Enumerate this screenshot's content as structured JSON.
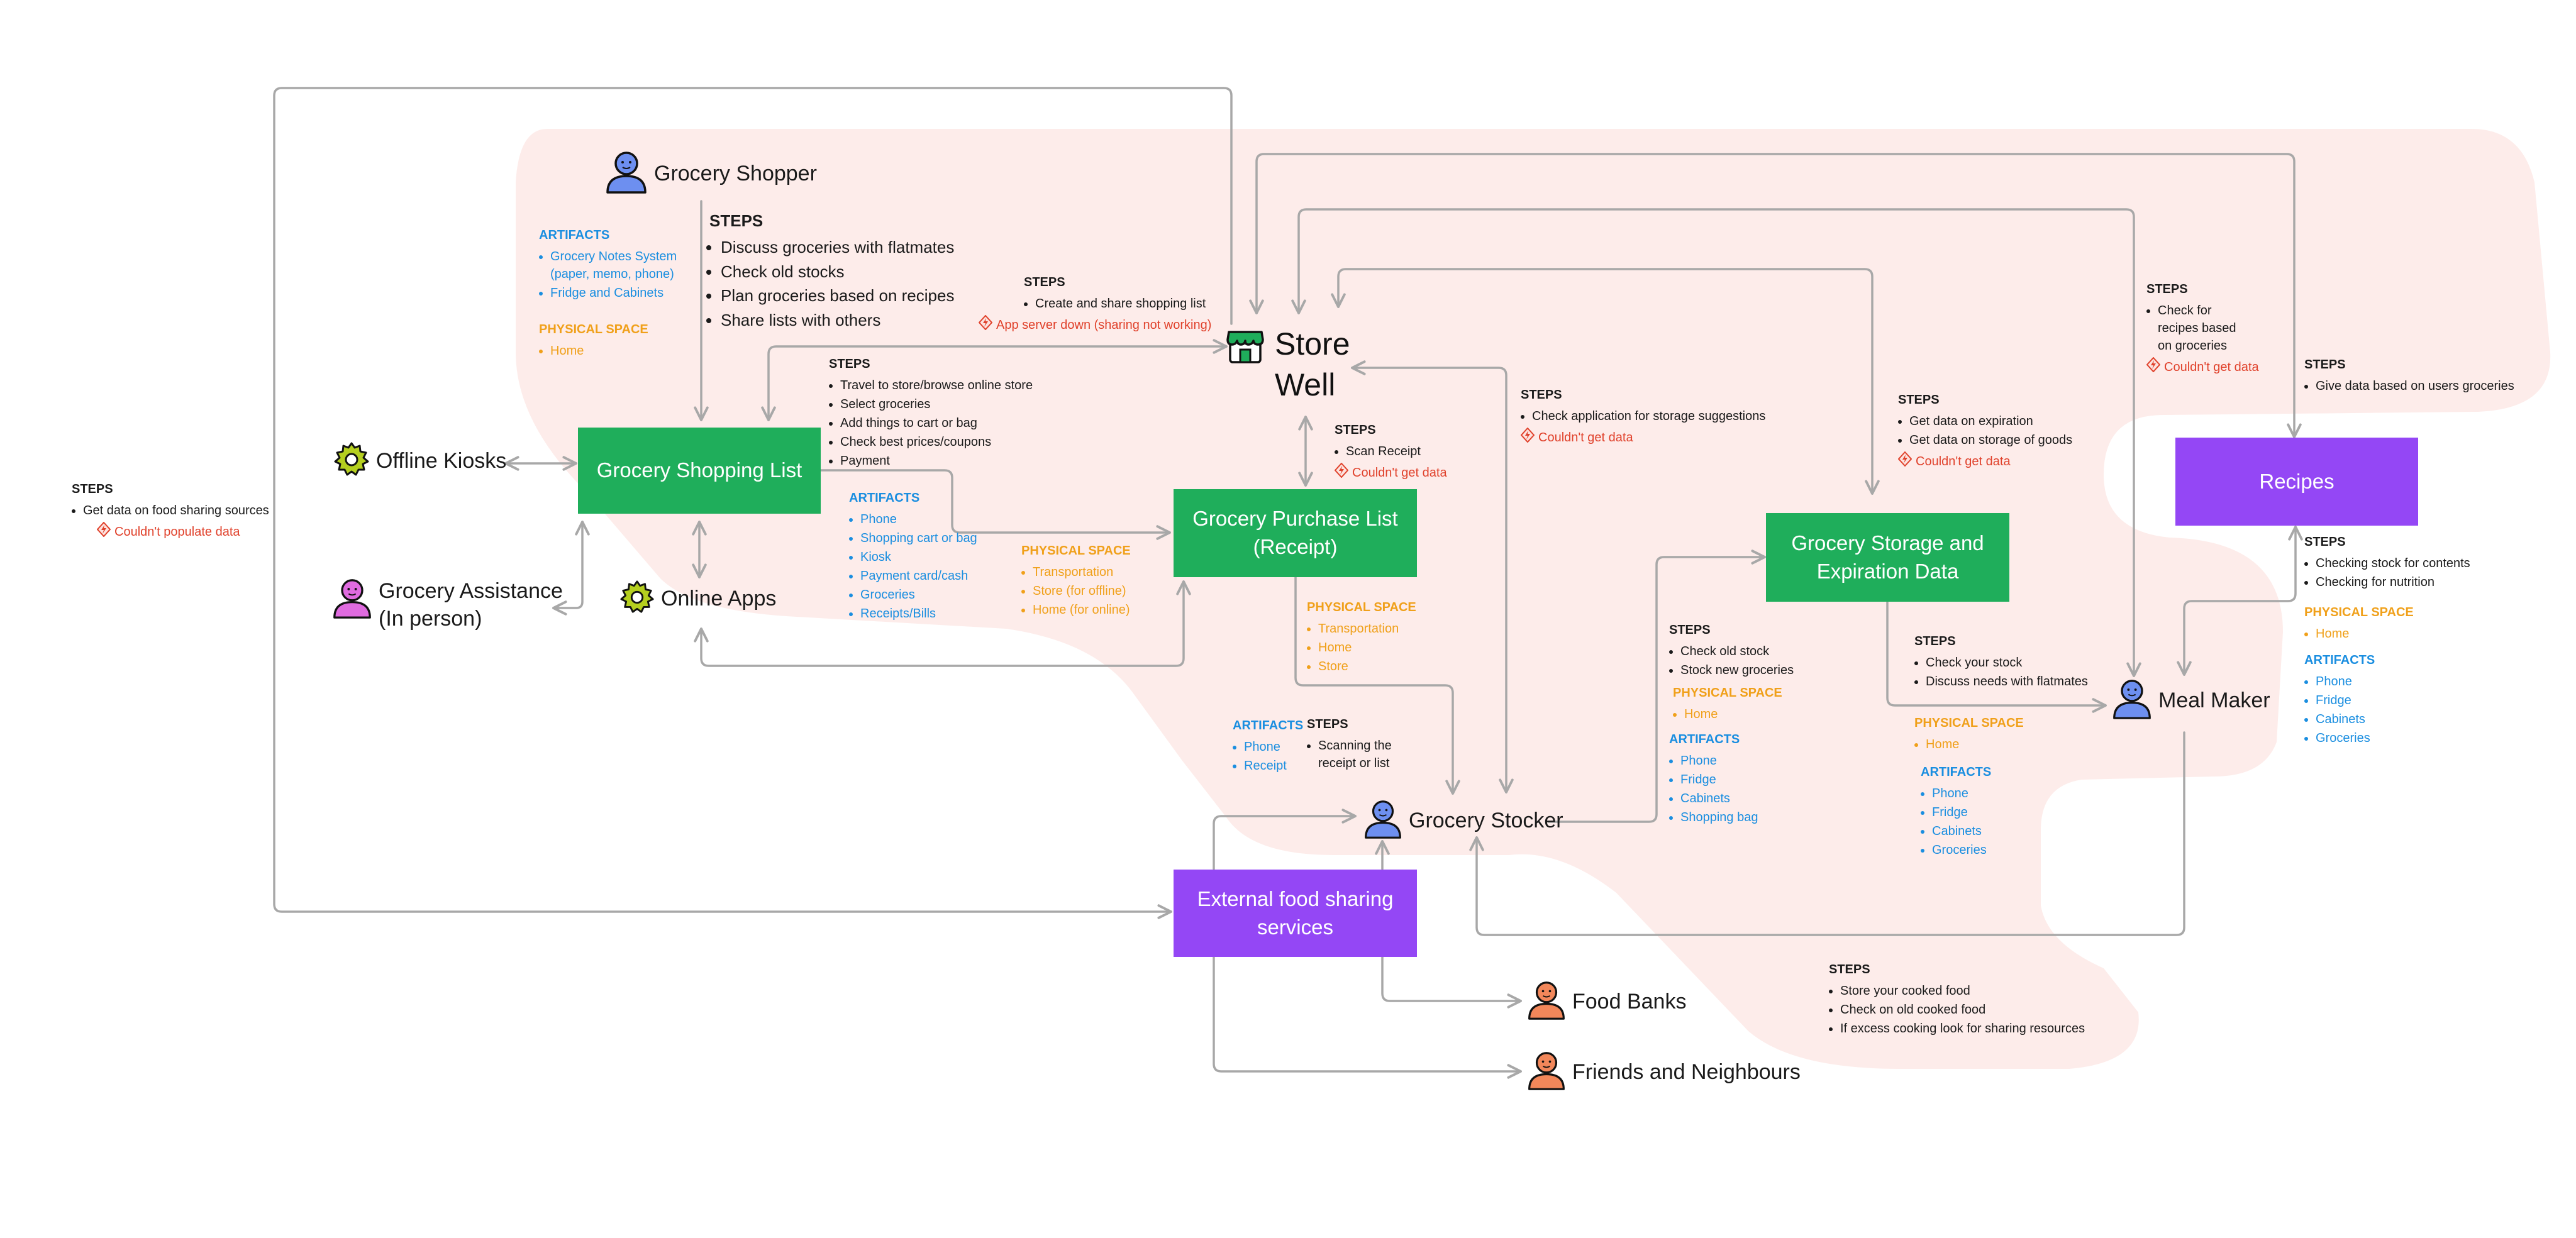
{
  "nodes": {
    "store_well": "Store\nWell",
    "shopping_list": "Grocery Shopping List",
    "purchase_list": "Grocery Purchase List\n(Receipt)",
    "storage": "Grocery Storage and\nExpiration Data",
    "recipes": "Recipes",
    "external": "External food sharing\nservices"
  },
  "actors": {
    "shopper": "Grocery Shopper",
    "kiosks": "Offline Kiosks",
    "assistance": "Grocery Assistance\n(In person)",
    "online_apps": "Online Apps",
    "stocker": "Grocery Stocker",
    "meal_maker": "Meal Maker",
    "food_banks": "Food Banks",
    "friends": "Friends and Neighbours"
  },
  "labels": {
    "steps": "STEPS",
    "artifacts": "ARTIFACTS",
    "physical": "PHYSICAL SPACE"
  },
  "notes": {
    "shopper_steps": [
      "Discuss groceries with flatmates",
      "Check old stocks",
      "Plan groceries based on recipes",
      "Share lists with others"
    ],
    "shopper_artifacts": [
      "Grocery Notes System (paper, memo, phone)",
      "Fridge and Cabinets"
    ],
    "shopper_physical": [
      "Home"
    ],
    "share_steps": [
      "Create and share shopping list"
    ],
    "share_error": "App server down (sharing not working)",
    "travel_steps": [
      "Travel to store/browse online store",
      "Select groceries",
      "Add things to cart or bag",
      "Check best prices/coupons",
      "Payment"
    ],
    "list_artifacts": [
      "Phone",
      "Shopping cart or bag",
      "Kiosk",
      "Payment card/cash",
      "Groceries",
      "Receipts/Bills"
    ],
    "list_physical": [
      "Transportation",
      "Store (for offline)",
      "Home (for online)"
    ],
    "scan_steps": [
      "Scan Receipt"
    ],
    "scan_error": "Couldn't get data",
    "purchase_physical": [
      "Transportation",
      "Home",
      "Store"
    ],
    "receipt_artifacts": [
      "Phone",
      "Receipt"
    ],
    "receipt_steps": [
      "Scanning the receipt or list"
    ],
    "food_sharing_steps": [
      "Get data on food sharing sources"
    ],
    "food_sharing_error": "Couldn't populate data",
    "storage_app_steps": [
      "Check application for storage suggestions"
    ],
    "storage_app_error": "Couldn't get data",
    "expiration_steps": [
      "Get data on expiration",
      "Get data on storage of goods"
    ],
    "expiration_error": "Couldn't get data",
    "recipes_query_steps": [
      "Check for recipes based on groceries"
    ],
    "recipes_query_error": "Couldn't get data",
    "recipes_data_steps": [
      "Give data based on users groceries"
    ],
    "recipes_steps": [
      "Checking stock for contents",
      "Checking for nutrition"
    ],
    "recipes_physical": [
      "Home"
    ],
    "recipes_artifacts": [
      "Phone",
      "Fridge",
      "Cabinets",
      "Groceries"
    ],
    "stocker_steps": [
      "Check old stock",
      "Stock new groceries"
    ],
    "stocker_physical": [
      "Home"
    ],
    "stocker_artifacts": [
      "Phone",
      "Fridge",
      "Cabinets",
      "Shopping bag"
    ],
    "meal_steps": [
      "Check your stock",
      "Discuss needs with flatmates"
    ],
    "meal_physical": [
      "Home"
    ],
    "meal_artifacts": [
      "Phone",
      "Fridge",
      "Cabinets",
      "Groceries"
    ],
    "cooked_steps": [
      "Store your cooked food",
      "Check on old cooked food",
      "If excess cooking look for sharing resources"
    ]
  },
  "colors": {
    "green_box": "#1fae5b",
    "purple_box": "#9447f5",
    "region": "#fdecea",
    "arrow": "#a8a8a8",
    "artifacts": "#1a8ee0",
    "physical": "#f0a01a",
    "error": "#e0412b",
    "person_blue": "#6d8ff0",
    "person_pink": "#e06be0",
    "person_orange": "#f2875a",
    "gear": "#b5cf1f",
    "store_icon": "#1fae5b"
  },
  "icons": {
    "person": "person-icon",
    "gear": "gear-icon",
    "store": "store-icon",
    "error": "lightning-error-icon"
  }
}
